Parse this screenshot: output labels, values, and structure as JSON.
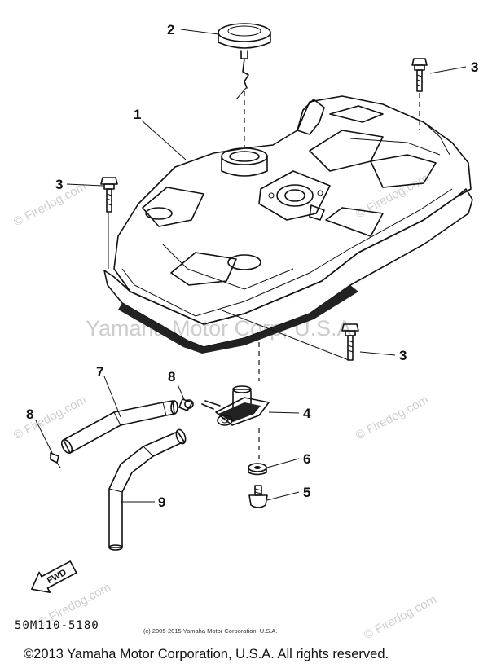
{
  "diagram": {
    "part_code": "50M110-5180",
    "small_copyright": "(c) 2005-2015 Yamaha Motor Corporation, U.S.A.",
    "footer_copyright": "©2013 Yamaha Motor Corporation, U.S.A. All rights reserved.",
    "watermark_main": "Yamaha Motor Corp, U.S.A.",
    "watermark_site": "© Firedog.com",
    "fwd_label": "FWD",
    "callouts": [
      "1",
      "2",
      "3",
      "3",
      "4",
      "5",
      "6",
      "7",
      "8",
      "8",
      "9"
    ]
  }
}
